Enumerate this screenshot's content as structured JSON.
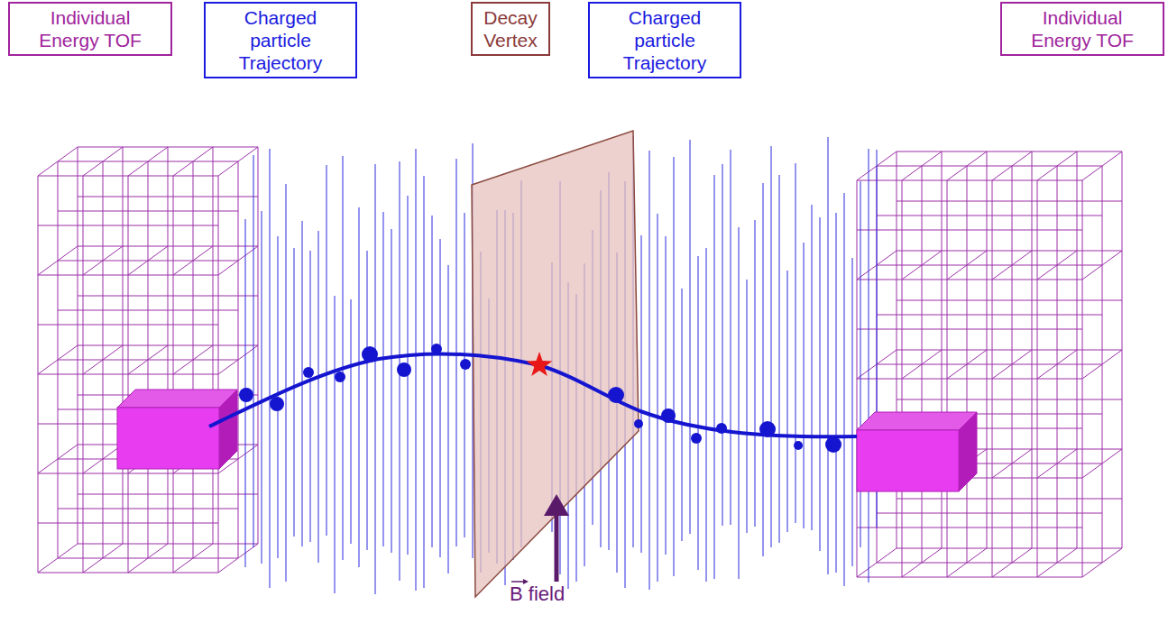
{
  "diagram": {
    "nodes": [
      {
        "text": [
          "Individual Energy TOF"
        ]
      },
      {
        "text": [
          "Charged particle Trajectory"
        ]
      },
      {
        "text": [
          "Decay Vertex"
        ]
      },
      {
        "text": [
          "Charged particle Trajectory"
        ]
      },
      {
        "text": [
          "Individual Energy TOF"
        ]
      }
    ],
    "labels": [
      "B field"
    ]
  }
}
